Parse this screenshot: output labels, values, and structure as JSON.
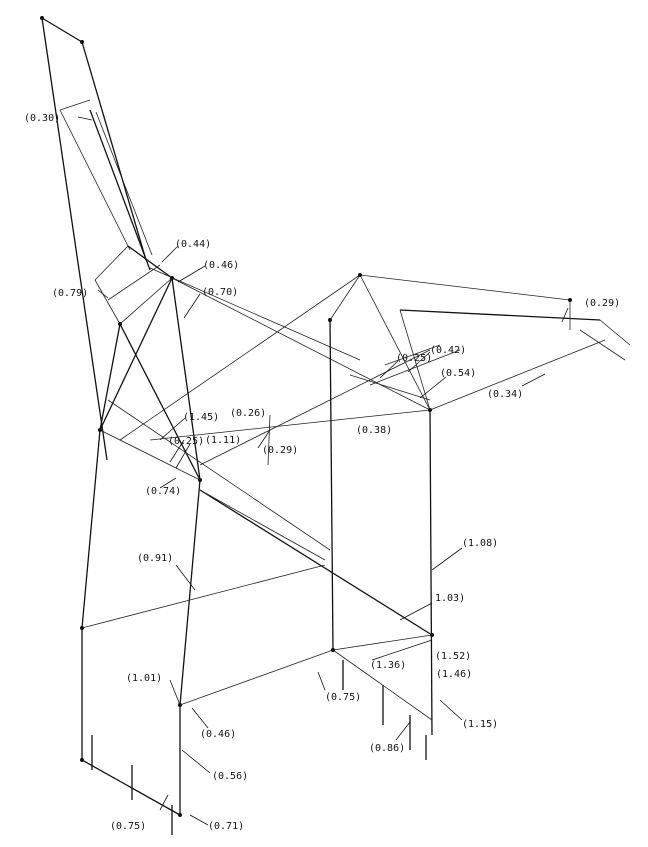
{
  "diagram": {
    "labels": [
      {
        "id": "l1",
        "text": "(0.30)"
      },
      {
        "id": "l2",
        "text": "(0.44)"
      },
      {
        "id": "l3",
        "text": "(0.46)"
      },
      {
        "id": "l4",
        "text": "(0.79)"
      },
      {
        "id": "l5",
        "text": "(0.70)"
      },
      {
        "id": "l6",
        "text": "(0.29)"
      },
      {
        "id": "l7",
        "text": "(0.25)"
      },
      {
        "id": "l8",
        "text": "(0.42)"
      },
      {
        "id": "l9",
        "text": "(0.54)"
      },
      {
        "id": "l10",
        "text": "(0.34)"
      },
      {
        "id": "l11",
        "text": "(1.45)"
      },
      {
        "id": "l12",
        "text": "(0.26)"
      },
      {
        "id": "l13",
        "text": "(0.25)"
      },
      {
        "id": "l14",
        "text": "(1.11)"
      },
      {
        "id": "l15",
        "text": "(0.29)"
      },
      {
        "id": "l16",
        "text": "(0.38)"
      },
      {
        "id": "l17",
        "text": "(0.74)"
      },
      {
        "id": "l18",
        "text": "(0.91)"
      },
      {
        "id": "l19",
        "text": "(1.08)"
      },
      {
        "id": "l20",
        "text": "1.03)"
      },
      {
        "id": "l21",
        "text": "(1.52)"
      },
      {
        "id": "l22",
        "text": "(1.36)"
      },
      {
        "id": "l23",
        "text": "(1.46)"
      },
      {
        "id": "l24",
        "text": "(1.01)"
      },
      {
        "id": "l25",
        "text": "(0.75)"
      },
      {
        "id": "l26",
        "text": "(0.46)"
      },
      {
        "id": "l27",
        "text": "(1.15)"
      },
      {
        "id": "l28",
        "text": "(0.86)"
      },
      {
        "id": "l29",
        "text": "(0.56)"
      },
      {
        "id": "l30",
        "text": "(0.75)"
      },
      {
        "id": "l31",
        "text": "(0.71)"
      }
    ]
  }
}
